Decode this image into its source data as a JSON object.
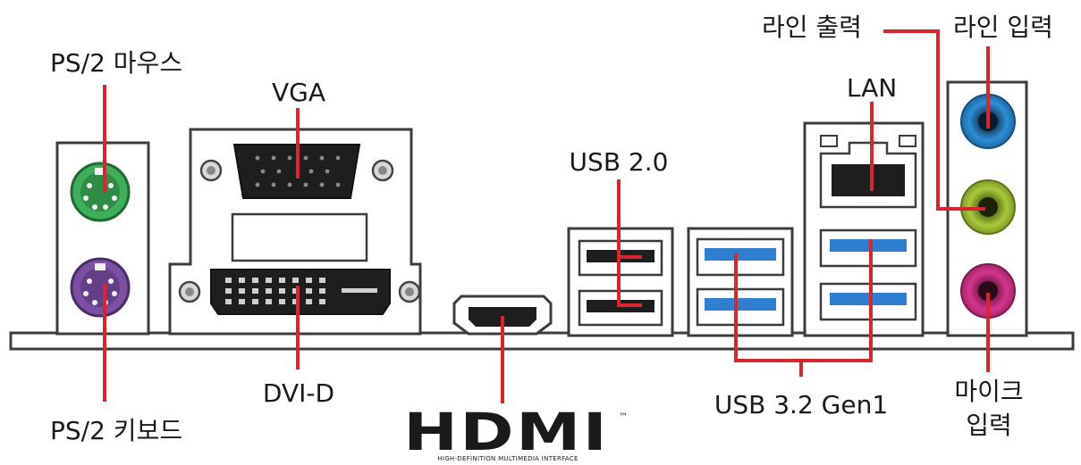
{
  "labels": {
    "ps2_mouse": "PS/2 마우스",
    "ps2_keyboard": "PS/2 키보드",
    "vga": "VGA",
    "dvi_d": "DVI-D",
    "usb2": "USB 2.0",
    "usb32": "USB 3.2 Gen1",
    "lan": "LAN",
    "line_out": "라인 출력",
    "line_in": "라인 입력",
    "mic_line1": "마이크",
    "mic_line2": "입력"
  },
  "logo": {
    "text": "HDMI",
    "trademark": "™",
    "tagline": "HIGH-DEFINITION MULTIMEDIA INTERFACE"
  },
  "colors": {
    "leader": "#d9252d",
    "ps2_mouse": "#3fae5a",
    "ps2_keyboard": "#7b4fa2",
    "usb3": "#2f7fd0",
    "audio_line_in": "#2d8fd5",
    "audio_line_out": "#a9c93a",
    "audio_mic": "#d6358e",
    "connector_dark": "#1e1e1e"
  }
}
